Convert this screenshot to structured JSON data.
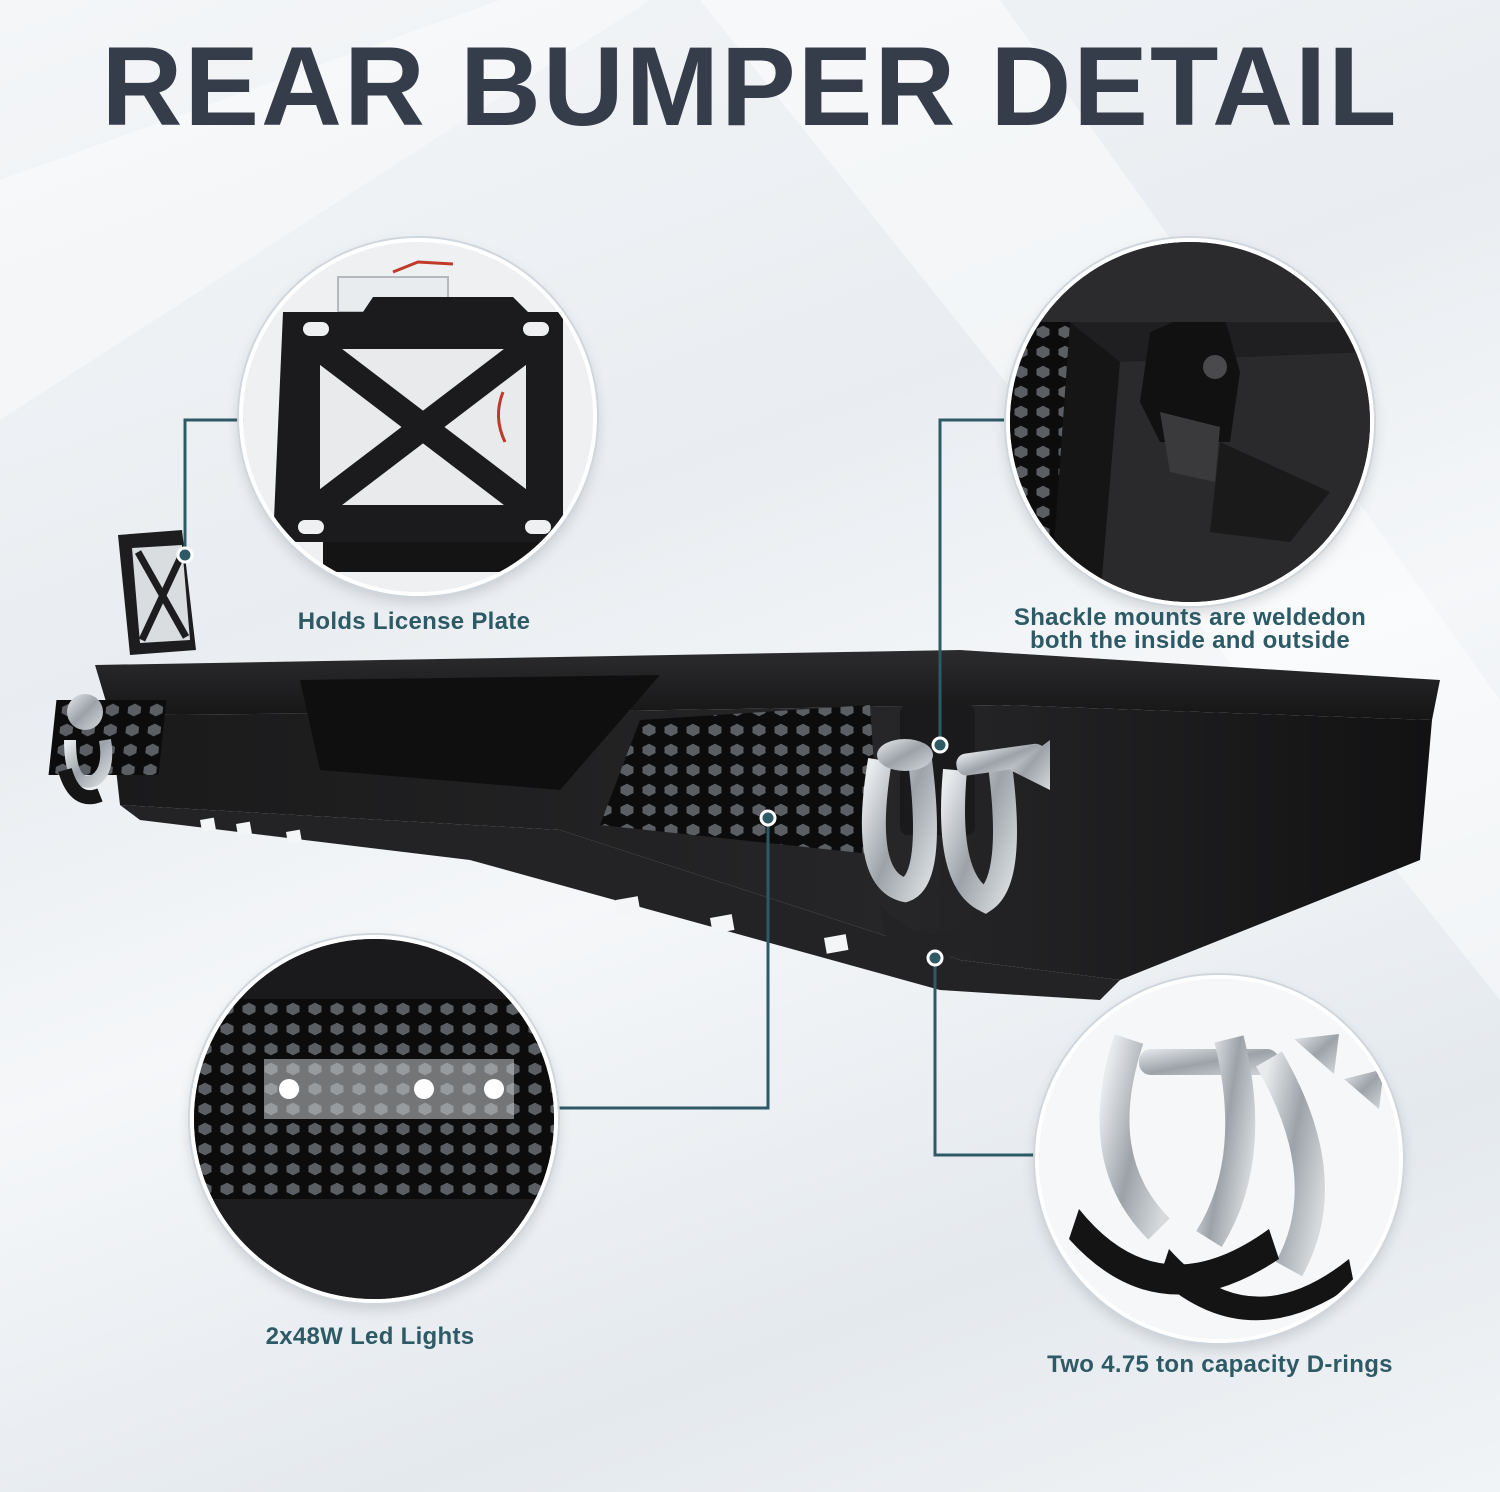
{
  "header": {
    "title": "REAR BUMPER DETAIL"
  },
  "callouts": {
    "license_plate": "Holds License Plate",
    "shackle_mounts_line1": "Shackle mounts are weldedon",
    "shackle_mounts_line2": "both the inside and outside",
    "led_lights": "2x48W Led Lights",
    "d_rings": "Two 4.75 ton capacity D-rings"
  },
  "colors": {
    "title": "#363d4a",
    "caption": "#2e5a66",
    "leader_line": "#2e5a66",
    "bumper": "#1c1c1e",
    "shackle_metal": "#b9bec3"
  }
}
